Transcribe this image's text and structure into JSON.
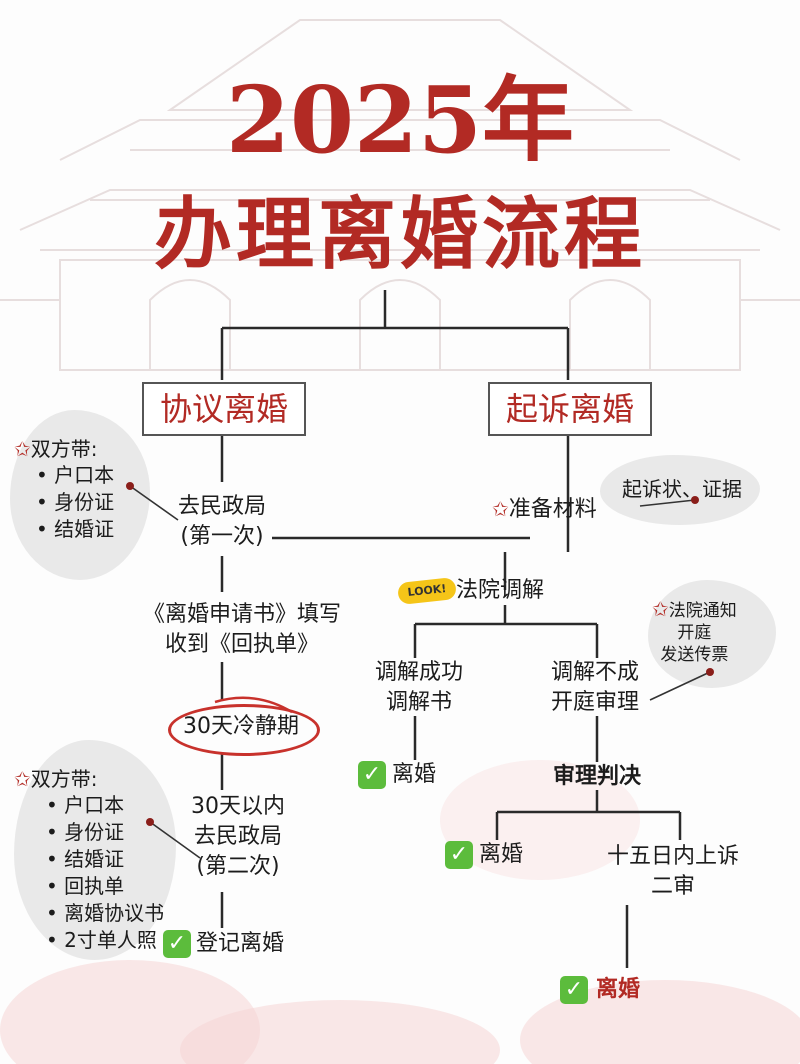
{
  "title": {
    "line1": "2025年",
    "line2": "办理离婚流程"
  },
  "branches": {
    "agreement": "协议离婚",
    "lawsuit": "起诉离婚"
  },
  "agreement": {
    "note1": {
      "heading": "双方带:",
      "items": [
        "户口本",
        "身份证",
        "结婚证"
      ]
    },
    "step1": {
      "line1": "去民政局",
      "line2": "(第一次)"
    },
    "step2": {
      "line1": "《离婚申请书》填写",
      "line2": "收到《回执单》"
    },
    "cooling": "30天冷静期",
    "step3": {
      "line1": "30天以内",
      "line2": "去民政局",
      "line3": "(第二次)"
    },
    "note2": {
      "heading": "双方带:",
      "items": [
        "户口本",
        "身份证",
        "结婚证",
        "回执单",
        "离婚协议书",
        "2寸单人照"
      ]
    },
    "final": "登记离婚"
  },
  "lawsuit": {
    "prepare": "准备材料",
    "materials_note": "起诉状、证据",
    "look_badge": "LOOK!",
    "mediation": "法院调解",
    "success": {
      "line1": "调解成功",
      "line2": "调解书"
    },
    "success_result": "离婚",
    "fail": {
      "line1": "调解不成",
      "line2": "开庭审理"
    },
    "court_note": {
      "line1": "法院通知",
      "line2": "开庭",
      "line3": "发送传票"
    },
    "judgment": "审理判决",
    "judgment_result": "离婚",
    "appeal": {
      "line1": "十五日内上诉",
      "line2": "二审"
    },
    "appeal_result": "离婚"
  },
  "colors": {
    "accent": "#b22a24",
    "check": "#5cbc3c",
    "badge": "#f5c518"
  },
  "icons": {
    "star": "star-icon",
    "check": "check-icon"
  }
}
